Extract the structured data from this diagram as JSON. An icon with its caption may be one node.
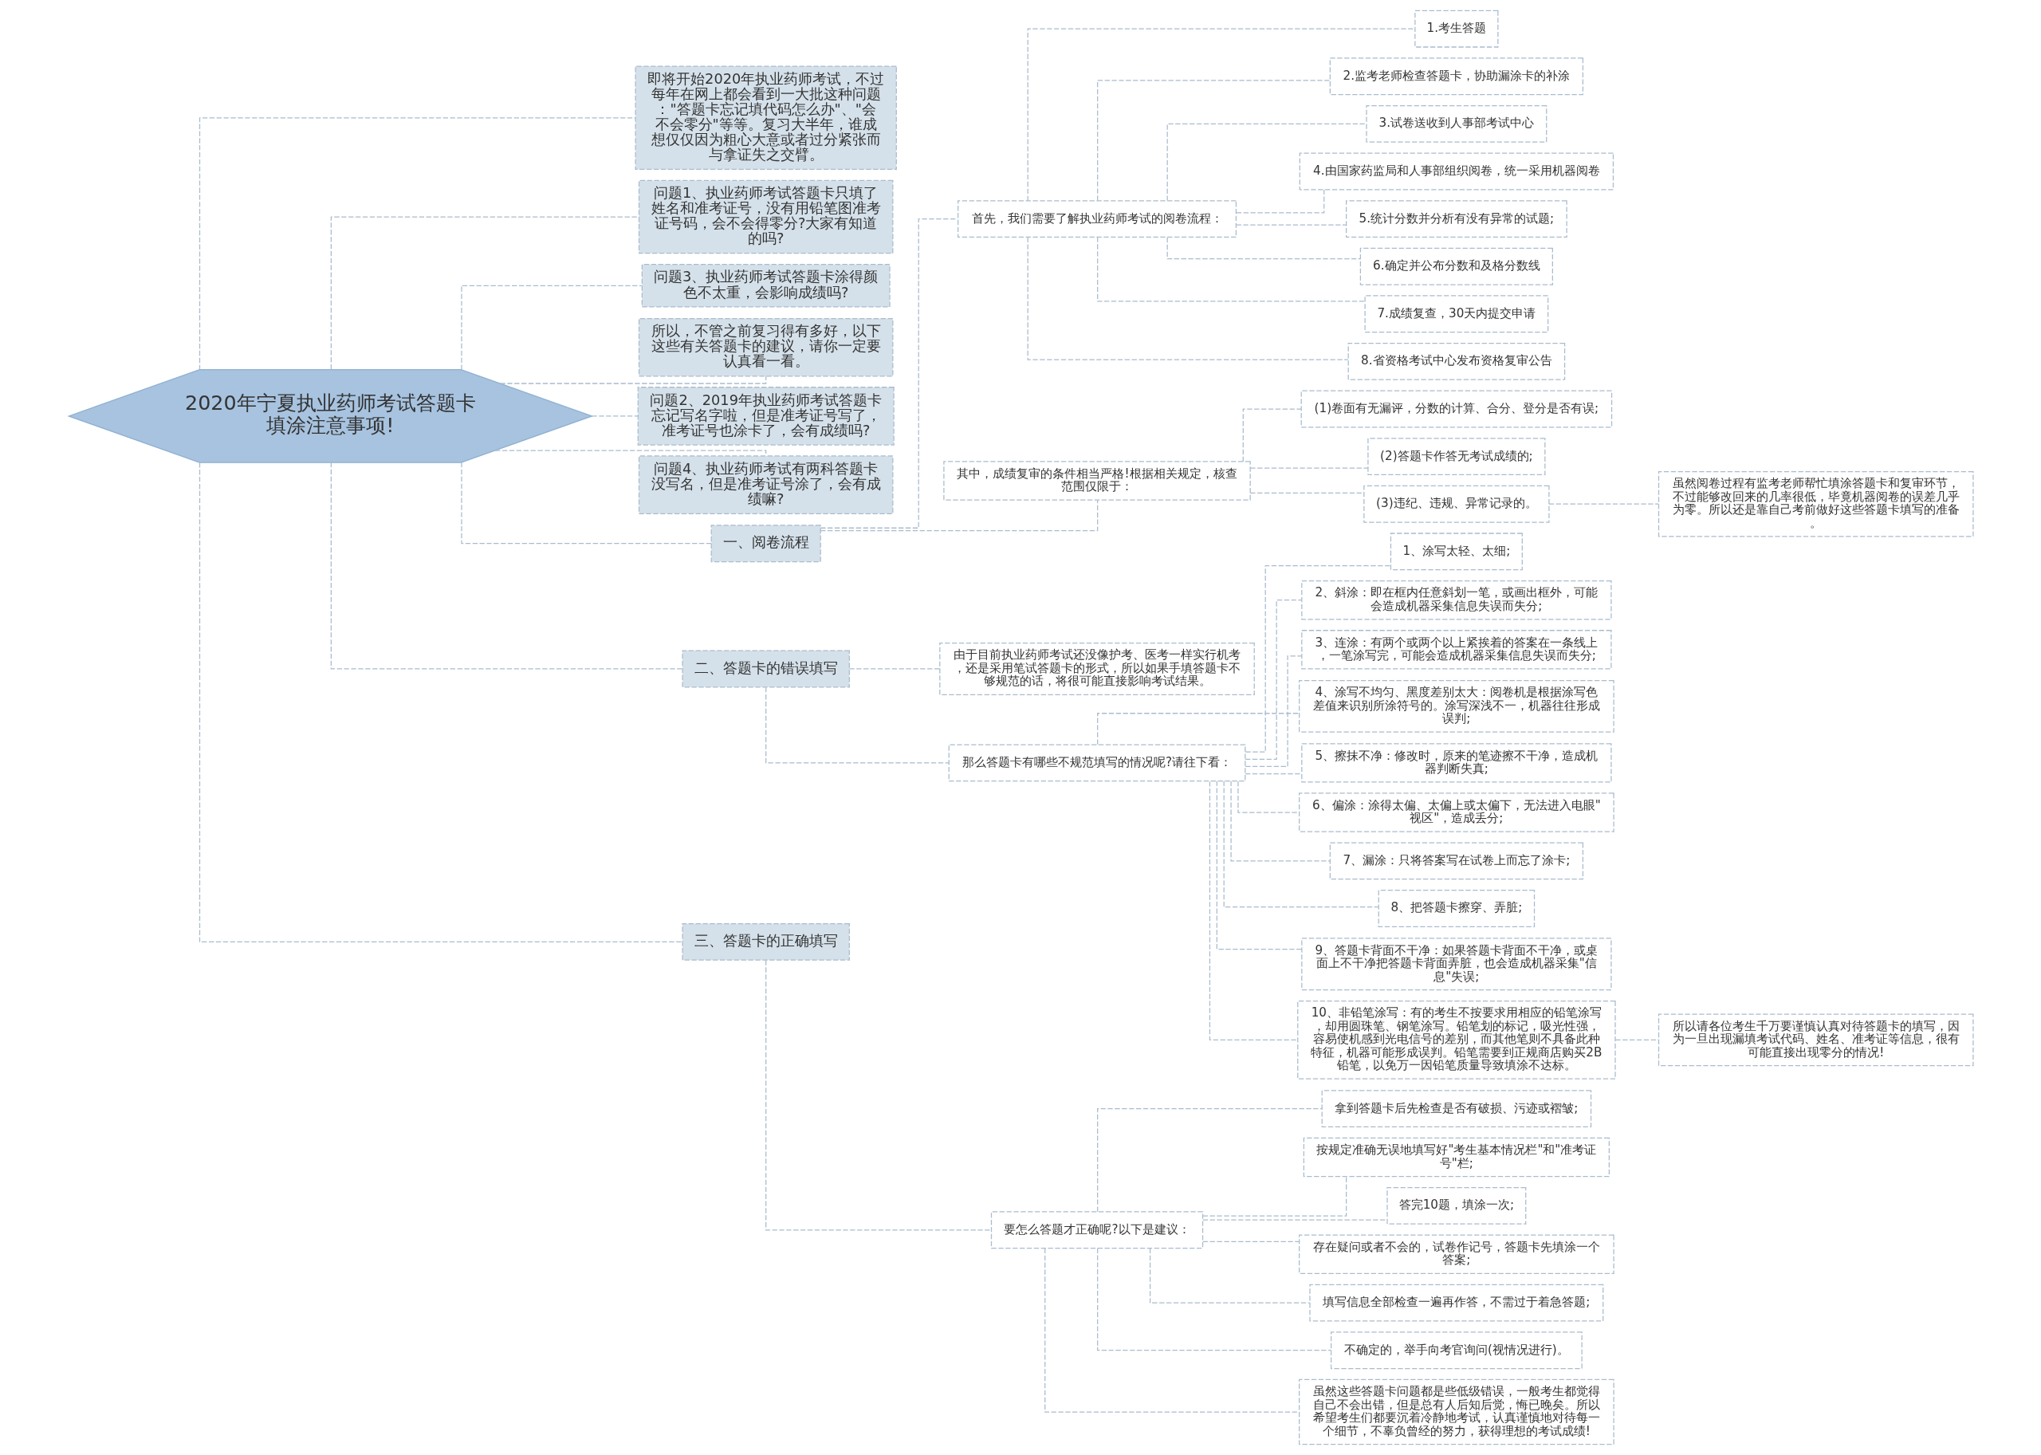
{
  "diagram": {
    "nodes": [
      {
        "text": [
          "2020年宁夏执业药师考试答题卡填涂注意事项!"
        ]
      },
      {
        "text": [
          "即将开始2020年执业药师考试，不过每年在网上都会看到一大批这种问题：\"答题卡忘记填代码怎么办\"、\"会不会零分\"等等。复习大半年，谁成想仅仅因为粗心大意或者过分紧张而与拿证失之交臂。"
        ]
      },
      {
        "text": [
          "问题1、执业药师考试答题卡只填了姓名和准考证号，没有用铅笔图准考证号码，会不会得零分?大家有知道的吗?"
        ]
      },
      {
        "text": [
          "问题3、执业药师考试答题卡涂得颜色不太重，会影响成绩吗?"
        ]
      },
      {
        "text": [
          "所以，不管之前复习得有多好，以下这些有关答题卡的建议，请你一定要认真看一看。"
        ]
      },
      {
        "text": [
          "问题2、2019年执业药师考试答题卡忘记写名字啦，但是准考证号写了，准考证号也涂卡了，会有成绩吗?"
        ]
      },
      {
        "text": [
          "问题4、执业药师考试有两科答题卡没写名，但是准考证号涂了，会有成绩嘛?"
        ]
      },
      {
        "text": [
          "一、阅卷流程"
        ]
      },
      {
        "text": [
          "首先，我们需要了解执业药师考试的阅卷流程："
        ]
      },
      {
        "text": [
          "1.考生答题"
        ]
      },
      {
        "text": [
          "2.监考老师检查答题卡，协助漏涂卡的补涂"
        ]
      },
      {
        "text": [
          "3.试卷送收到人事部考试中心"
        ]
      },
      {
        "text": [
          "4.由国家药监局和人事部组织阅卷，统一采用机器阅卷"
        ]
      },
      {
        "text": [
          "5.统计分数并分析有没有异常的试题;"
        ]
      },
      {
        "text": [
          "6.确定并公布分数和及格分数线"
        ]
      },
      {
        "text": [
          "7.成绩复查，30天内提交申请"
        ]
      },
      {
        "text": [
          "8.省资格考试中心发布资格复审公告"
        ]
      },
      {
        "text": [
          "其中，成绩复审的条件相当严格!根据相关规定，核查范围仅限于："
        ]
      },
      {
        "text": [
          "(1)卷面有无漏评，分数的计算、合分、登分是否有误;"
        ]
      },
      {
        "text": [
          "(2)答题卡作答无考试成绩的;"
        ]
      },
      {
        "text": [
          "(3)违纪、违规、异常记录的。"
        ]
      },
      {
        "text": [
          "虽然阅卷过程有监考老师帮忙填涂答题卡和复审环节，不过能够改回来的几率很低，毕竟机器阅卷的误差几乎为零。所以还是靠自己考前做好这些答题卡填写的准备。"
        ]
      },
      {
        "text": [
          "二、答题卡的错误填写"
        ]
      },
      {
        "text": [
          "由于目前执业药师考试还没像护考、医考一样实行机考，还是采用笔试答题卡的形式，所以如果手填答题卡不够规范的话，将很可能直接影响考试结果。"
        ]
      },
      {
        "text": [
          "那么答题卡有哪些不规范填写的情况呢?请往下看："
        ]
      },
      {
        "text": [
          "1、涂写太轻、太细;"
        ]
      },
      {
        "text": [
          "2、斜涂：即在框内任意斜划一笔，或画出框外，可能会造成机器采集信息失误而失分;"
        ]
      },
      {
        "text": [
          "3、连涂：有两个或两个以上紧挨着的答案在一条线上，一笔涂写完，可能会造成机器采集信息失误而失分;"
        ]
      },
      {
        "text": [
          "4、涂写不均匀、黑度差别太大：阅卷机是根据涂写色差值来识别所涂符号的。涂写深浅不一，机器往往形成误判;"
        ]
      },
      {
        "text": [
          "5、擦抹不净：修改时，原来的笔迹擦不干净，造成机器判断失真;"
        ]
      },
      {
        "text": [
          "6、偏涂：涂得太偏、太偏上或太偏下，无法进入电眼\"视区\"，造成丢分;"
        ]
      },
      {
        "text": [
          "7、漏涂：只将答案写在试卷上而忘了涂卡;"
        ]
      },
      {
        "text": [
          "8、把答题卡擦穿、弄脏;"
        ]
      },
      {
        "text": [
          "9、答题卡背面不干净：如果答题卡背面不干净，或桌面上不干净把答题卡背面弄脏，也会造成机器采集\"信息\"失误;"
        ]
      },
      {
        "text": [
          "10、非铅笔涂写：有的考生不按要求用相应的铅笔涂写，却用圆珠笔、钢笔涂写。铅笔划的标记，吸光性强，容易使机感到光电信号的差别，而其他笔则不具备此种特征，机器可能形成误判。铅笔需要到正规商店购买2B铅笔，以免万一因铅笔质量导致填涂不达标。"
        ]
      },
      {
        "text": [
          "所以请各位考生千万要谨慎认真对待答题卡的填写，因为一旦出现漏填考试代码、姓名、准考证等信息，很有可能直接出现零分的情况!"
        ]
      },
      {
        "text": [
          "三、答题卡的正确填写"
        ]
      },
      {
        "text": [
          "要怎么答题才正确呢?以下是建议："
        ]
      },
      {
        "text": [
          "拿到答题卡后先检查是否有破损、污迹或褶皱;"
        ]
      },
      {
        "text": [
          "按规定准确无误地填写好\"考生基本情况栏\"和\"准考证号\"栏;"
        ]
      },
      {
        "text": [
          "答完10题，填涂一次;"
        ]
      },
      {
        "text": [
          "存在疑问或者不会的，试卷作记号，答题卡先填涂一个答案;"
        ]
      },
      {
        "text": [
          "填写信息全部检查一遍再作答，不需过于着急答题;"
        ]
      },
      {
        "text": [
          "不确定的，举手向考官询问(视情况进行)。"
        ]
      },
      {
        "text": [
          "虽然这些答题卡问题都是些低级错误，一般考生都觉得自己不会出错，但是总有人后知后觉，悔已晚矣。所以希望考生们都要沉着冷静地考试，认真谨慎地对待每一个细节，不辜负曾经的努力，获得理想的考试成绩!"
        ]
      }
    ],
    "edges": [
      {
        "from": 0,
        "to": 1,
        "arrow": "none"
      },
      {
        "from": 0,
        "to": 2,
        "arrow": "none"
      },
      {
        "from": 0,
        "to": 3,
        "arrow": "none"
      },
      {
        "from": 0,
        "to": 4,
        "arrow": "none"
      },
      {
        "from": 0,
        "to": 5,
        "arrow": "none"
      },
      {
        "from": 0,
        "to": 6,
        "arrow": "none"
      },
      {
        "from": 0,
        "to": 7,
        "arrow": "none"
      },
      {
        "from": 7,
        "to": 8,
        "arrow": "none"
      },
      {
        "from": 8,
        "to": 9,
        "arrow": "none"
      },
      {
        "from": 8,
        "to": 10,
        "arrow": "none"
      },
      {
        "from": 8,
        "to": 11,
        "arrow": "none"
      },
      {
        "from": 8,
        "to": 12,
        "arrow": "none"
      },
      {
        "from": 8,
        "to": 13,
        "arrow": "none"
      },
      {
        "from": 8,
        "to": 14,
        "arrow": "none"
      },
      {
        "from": 8,
        "to": 15,
        "arrow": "none"
      },
      {
        "from": 8,
        "to": 16,
        "arrow": "none"
      },
      {
        "from": 7,
        "to": 17,
        "arrow": "none"
      },
      {
        "from": 17,
        "to": 18,
        "arrow": "none"
      },
      {
        "from": 17,
        "to": 19,
        "arrow": "none"
      },
      {
        "from": 17,
        "to": 20,
        "arrow": "none"
      },
      {
        "from": 20,
        "to": 21,
        "arrow": "none"
      },
      {
        "from": 0,
        "to": 22,
        "arrow": "none"
      },
      {
        "from": 22,
        "to": 23,
        "arrow": "none"
      },
      {
        "from": 22,
        "to": 24,
        "arrow": "none"
      },
      {
        "from": 24,
        "to": 25,
        "arrow": "none"
      },
      {
        "from": 24,
        "to": 26,
        "arrow": "none"
      },
      {
        "from": 24,
        "to": 27,
        "arrow": "none"
      },
      {
        "from": 24,
        "to": 28,
        "arrow": "none"
      },
      {
        "from": 24,
        "to": 29,
        "arrow": "none"
      },
      {
        "from": 24,
        "to": 30,
        "arrow": "none"
      },
      {
        "from": 24,
        "to": 31,
        "arrow": "none"
      },
      {
        "from": 24,
        "to": 32,
        "arrow": "none"
      },
      {
        "from": 24,
        "to": 33,
        "arrow": "none"
      },
      {
        "from": 24,
        "to": 34,
        "arrow": "none"
      },
      {
        "from": 34,
        "to": 35,
        "arrow": "none"
      },
      {
        "from": 0,
        "to": 36,
        "arrow": "none"
      },
      {
        "from": 36,
        "to": 37,
        "arrow": "none"
      },
      {
        "from": 37,
        "to": 38,
        "arrow": "none"
      },
      {
        "from": 37,
        "to": 39,
        "arrow": "none"
      },
      {
        "from": 37,
        "to": 40,
        "arrow": "none"
      },
      {
        "from": 37,
        "to": 41,
        "arrow": "none"
      },
      {
        "from": 37,
        "to": 42,
        "arrow": "none"
      },
      {
        "from": 37,
        "to": 43,
        "arrow": "none"
      },
      {
        "from": 37,
        "to": 44,
        "arrow": "none"
      }
    ]
  }
}
